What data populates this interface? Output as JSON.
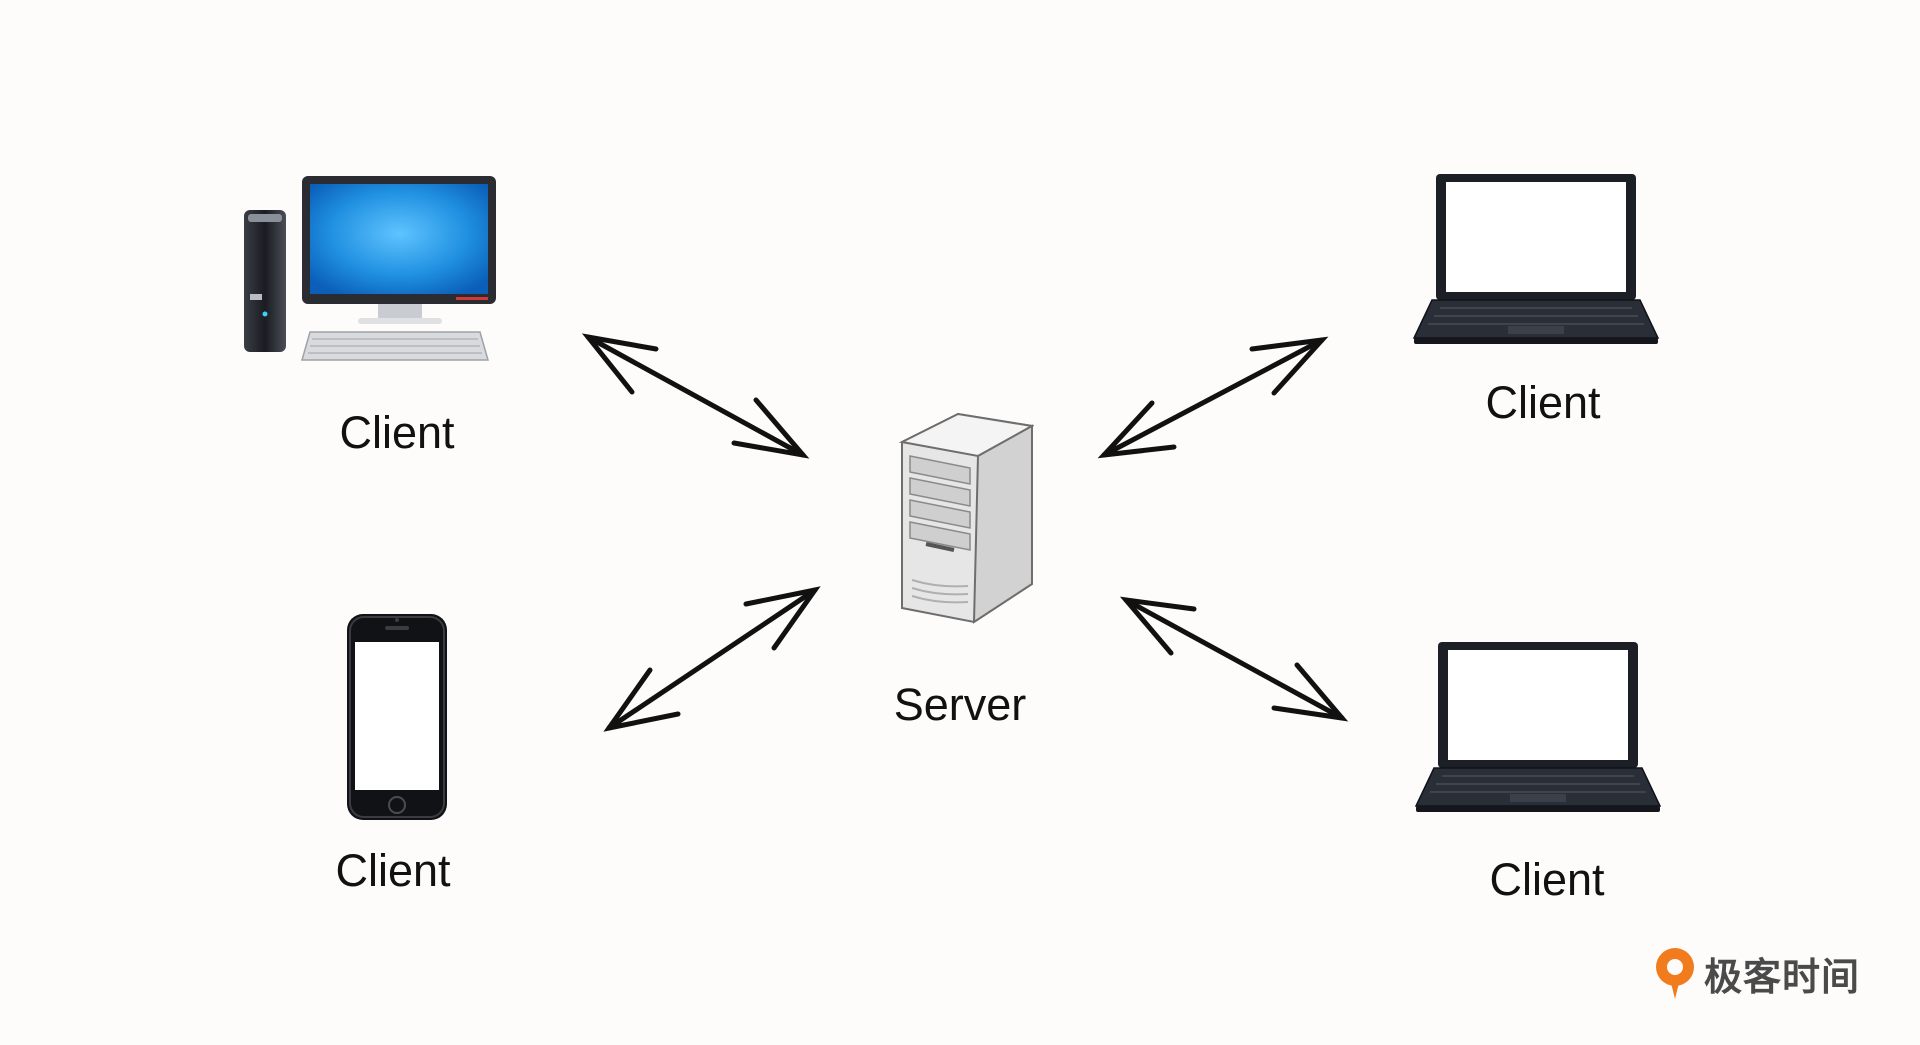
{
  "nodes": {
    "desktop": {
      "label": "Client"
    },
    "phone": {
      "label": "Client"
    },
    "laptop_top": {
      "label": "Client"
    },
    "laptop_bottom": {
      "label": "Client"
    },
    "server": {
      "label": "Server"
    }
  },
  "watermark": {
    "text": "极客时间"
  },
  "colors": {
    "arrow": "#111111",
    "screen_blue": "#1f8fe0",
    "device_dark": "#1c1f26",
    "server_body": "#e4e4e4",
    "brand_orange": "#f07c1e"
  }
}
